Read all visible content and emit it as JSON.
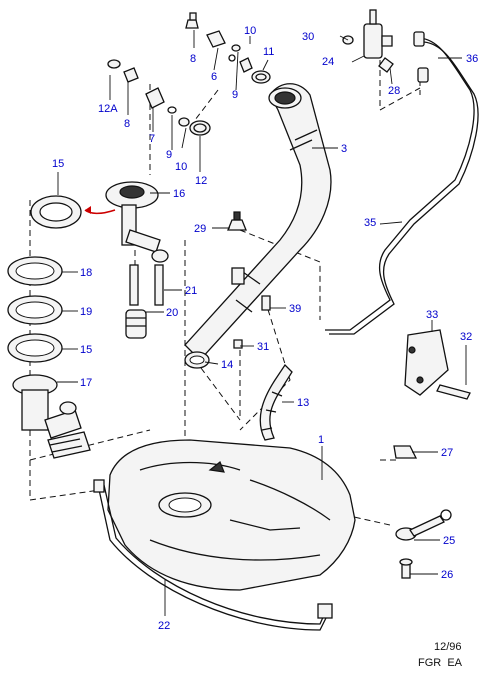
{
  "diagram": {
    "callouts": [
      {
        "label": "8"
      },
      {
        "label": "10"
      },
      {
        "label": "6"
      },
      {
        "label": "11"
      },
      {
        "label": "9"
      },
      {
        "label": "30"
      },
      {
        "label": "24"
      },
      {
        "label": "28"
      },
      {
        "label": "36"
      },
      {
        "label": "12A"
      },
      {
        "label": "8"
      },
      {
        "label": "7"
      },
      {
        "label": "10"
      },
      {
        "label": "9"
      },
      {
        "label": "12"
      },
      {
        "label": "3"
      },
      {
        "label": "15"
      },
      {
        "label": "16"
      },
      {
        "label": "29"
      },
      {
        "label": "35"
      },
      {
        "label": "18"
      },
      {
        "label": "21"
      },
      {
        "label": "19"
      },
      {
        "label": "20"
      },
      {
        "label": "39"
      },
      {
        "label": "33"
      },
      {
        "label": "32"
      },
      {
        "label": "15"
      },
      {
        "label": "31"
      },
      {
        "label": "14"
      },
      {
        "label": "17"
      },
      {
        "label": "13"
      },
      {
        "label": "1"
      },
      {
        "label": "27"
      },
      {
        "label": "25"
      },
      {
        "label": "26"
      },
      {
        "label": "22"
      }
    ],
    "footer": {
      "date": "12/96",
      "code": "FGR  EA"
    }
  }
}
